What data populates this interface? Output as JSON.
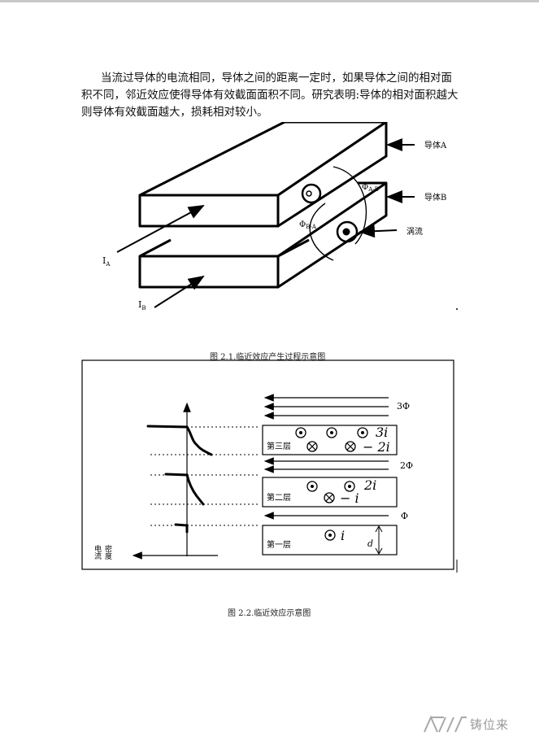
{
  "paragraph": {
    "line1": "当流过导体的电流相同，导体之间的距离一定时，如果导体之间的相对面",
    "line2": "积不同，邻近效应使得导体有效截面面积不同。研究表明:导体的相对面积越大",
    "line3": "则导体有效截面越大，损耗相对较小。"
  },
  "figure1": {
    "label_conductor_a": "导体A",
    "label_conductor_b": "导体B",
    "label_eddy": "涡流",
    "label_phi_ab_main": "Φ",
    "label_phi_ab_sub": "A-B",
    "label_phi_ba_main": "Φ",
    "label_phi_ba_sub": "B-A",
    "label_ia_main": "I",
    "label_ia_sub": "A",
    "label_ib_main": "I",
    "label_ib_sub": "B",
    "caption": "图 2.1.临近效应产生过程示意图"
  },
  "figure2": {
    "axis_label_line1": "电流",
    "axis_label_line2": "密度",
    "flux_3": "3Φ",
    "flux_2": "2Φ",
    "flux_1": "Φ",
    "layer3_label": "第三层",
    "layer2_label": "第二层",
    "layer1_label": "第一层",
    "layer3_current_pos": "3i",
    "layer3_current_neg": "− 2i",
    "layer2_current_pos": "2i",
    "layer2_current_neg": "− i",
    "layer1_current": "i",
    "thickness_label": "d",
    "caption": "图 2.2.临近效应示意图"
  },
  "watermark": {
    "text": "铸位来"
  }
}
